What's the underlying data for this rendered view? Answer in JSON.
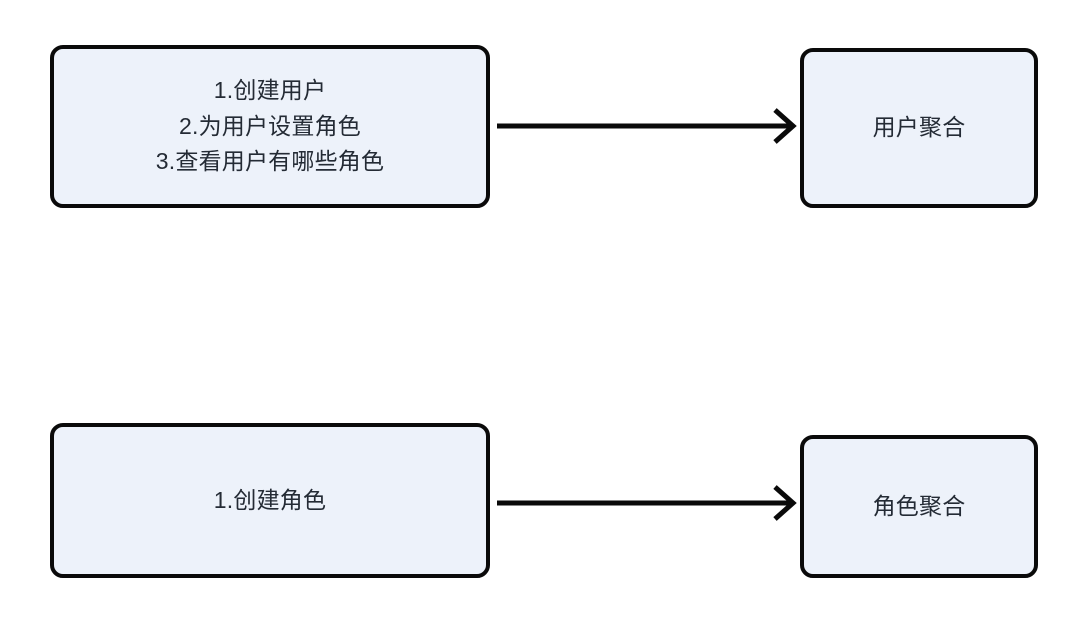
{
  "diagram": {
    "background_color": "#ffffff",
    "node_fill_color": "#edf2fa",
    "node_border_color": "#0a0a0a",
    "text_color": "#242b35",
    "edge_color": "#0a0a0a",
    "nodes": [
      {
        "id": "user-tasks",
        "label": "1.创建用户\n2.为用户设置角色\n3.查看用户有哪些角色"
      },
      {
        "id": "user-aggregate",
        "label": "用户聚合"
      },
      {
        "id": "role-tasks",
        "label": "1.创建角色"
      },
      {
        "id": "role-aggregate",
        "label": "角色聚合"
      }
    ],
    "edges": [
      {
        "id": "user-edge",
        "from": "user-tasks",
        "to": "user-aggregate",
        "label": "",
        "arrow": "open-arrow-right"
      },
      {
        "id": "role-edge",
        "from": "role-tasks",
        "to": "role-aggregate",
        "label": "",
        "arrow": "open-arrow-right"
      }
    ]
  }
}
